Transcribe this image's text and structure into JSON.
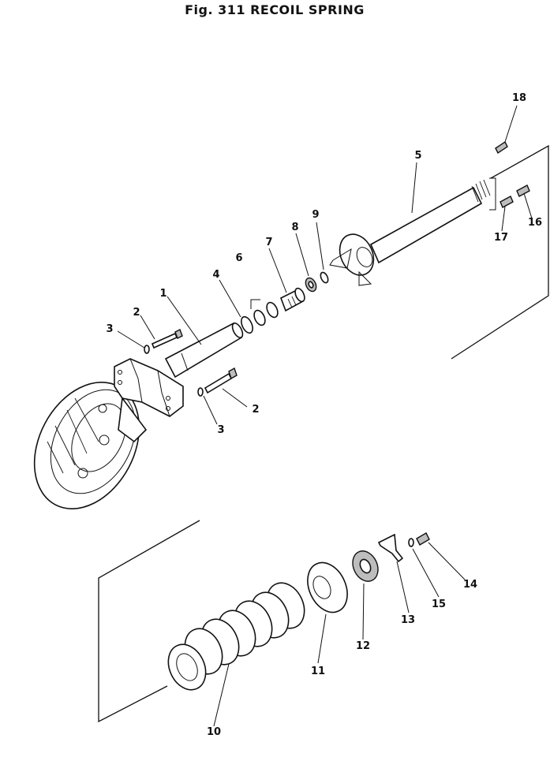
{
  "figure": {
    "title": "Fig. 311   RECOIL SPRING"
  },
  "callouts": [
    "1",
    "2",
    "3",
    "4",
    "5",
    "6",
    "7",
    "8",
    "9",
    "10",
    "11",
    "12",
    "13",
    "14",
    "15",
    "16",
    "17",
    "18"
  ]
}
